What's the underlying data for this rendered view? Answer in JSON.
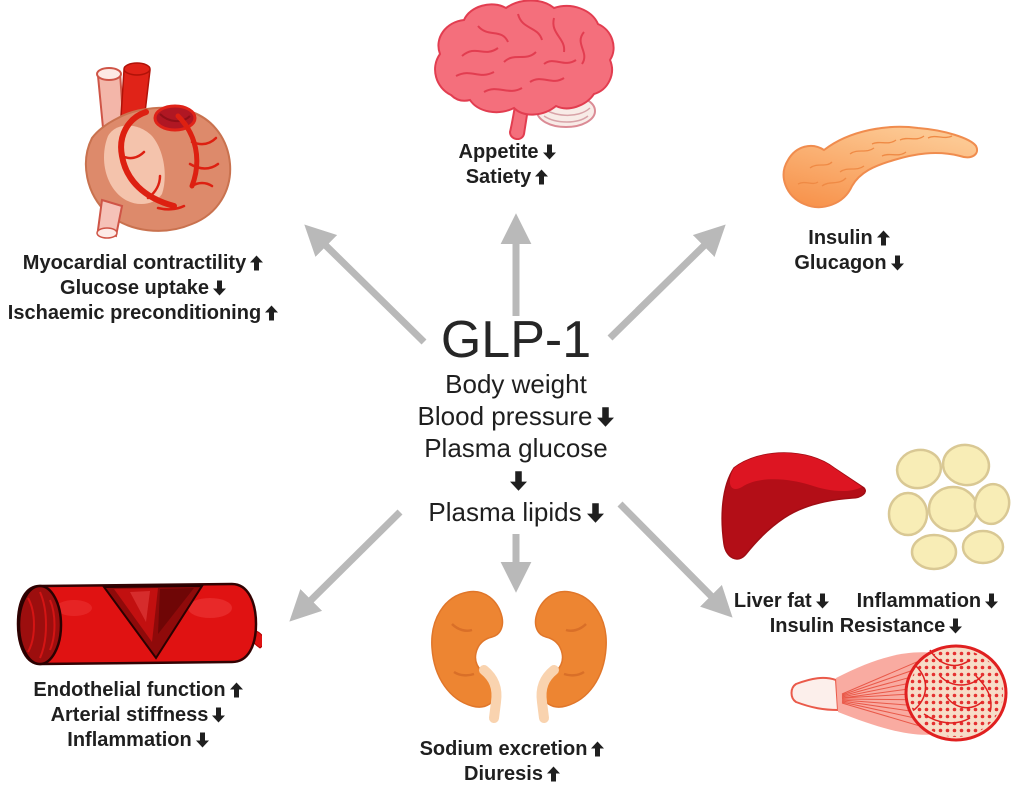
{
  "center": {
    "title": "GLP-1",
    "lines": [
      [
        {
          "text": "Body weight",
          "arrow": ""
        }
      ],
      [
        {
          "text": "Blood pressure",
          "arrow": "down"
        }
      ],
      [
        {
          "text": "Plasma glucose",
          "arrow": ""
        }
      ],
      [
        {
          "text": "",
          "arrow": "down"
        }
      ],
      [
        {
          "text": "Plasma lipids",
          "arrow": "down"
        }
      ]
    ]
  },
  "groups": {
    "brain": {
      "icon": "brain-icon",
      "lines": [
        [
          {
            "text": "Appetite",
            "arrow": "down"
          }
        ],
        [
          {
            "text": "Satiety",
            "arrow": "up"
          }
        ]
      ]
    },
    "heart": {
      "icon": "heart-icon",
      "lines": [
        [
          {
            "text": "Myocardial contractility",
            "arrow": "up"
          }
        ],
        [
          {
            "text": "Glucose uptake",
            "arrow": "down"
          }
        ],
        [
          {
            "text": "Ischaemic preconditioning",
            "arrow": "up"
          }
        ]
      ]
    },
    "pancreas": {
      "icon": "pancreas-icon",
      "lines": [
        [
          {
            "text": "Insulin",
            "arrow": "up"
          }
        ],
        [
          {
            "text": "Glucagon",
            "arrow": "down"
          }
        ]
      ]
    },
    "liver_adipose_muscle": {
      "icon": "liver-icon fat-cells-icon muscle-icon",
      "lines": [
        [
          {
            "text": "Liver fat",
            "arrow": "down"
          },
          {
            "text": "Inflammation",
            "arrow": "down"
          }
        ],
        [
          {
            "text": "Insulin Resistance",
            "arrow": "down"
          }
        ]
      ]
    },
    "blood_vessel": {
      "icon": "blood-vessel-icon",
      "lines": [
        [
          {
            "text": "Endothelial function",
            "arrow": "up"
          }
        ],
        [
          {
            "text": "Arterial stiffness",
            "arrow": "down"
          }
        ],
        [
          {
            "text": "Inflammation",
            "arrow": "down"
          }
        ]
      ]
    },
    "kidneys": {
      "icon": "kidneys-icon",
      "lines": [
        [
          {
            "text": "Sodium excretion",
            "arrow": "up"
          }
        ],
        [
          {
            "text": "Diuresis",
            "arrow": "up"
          }
        ]
      ]
    }
  },
  "colors": {
    "arrow_gray": "#b9b9b9",
    "text": "#1f1f1f",
    "brain_pink": "#f46f7c",
    "pancreas_orange": "#f89b5e",
    "liver_red": "#dd1522",
    "kidney_orange": "#ed8532",
    "fat_cream": "#f8edb6",
    "vessel_red": "#e01212",
    "muscle_red": "#e8362e"
  }
}
